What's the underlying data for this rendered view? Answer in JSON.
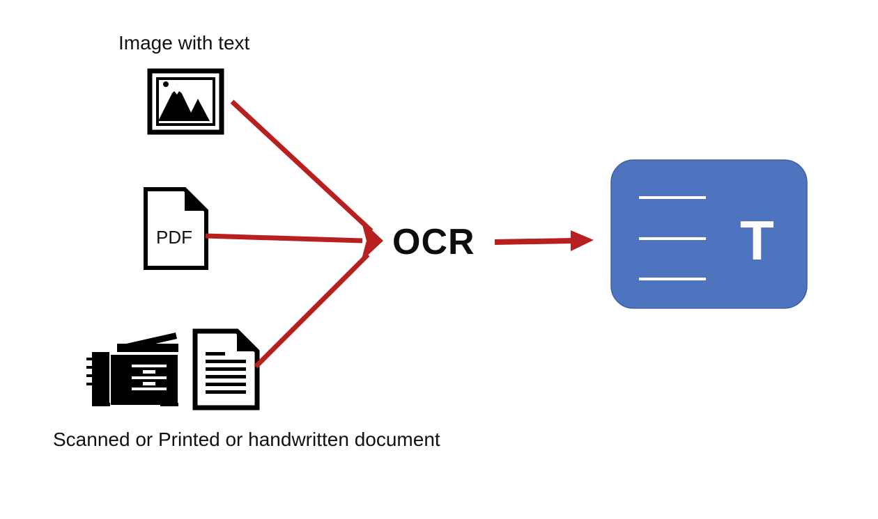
{
  "labels": {
    "image_with_text": "Image with text",
    "pdf": "PDF",
    "ocr": "OCR",
    "scanned_document": "Scanned or Printed or handwritten document",
    "text_output_letter": "T"
  },
  "icons": {
    "image": "image-icon",
    "pdf": "pdf-file-icon",
    "printer": "printer-scanner-icon",
    "document": "document-icon",
    "text_output": "text-output-icon"
  },
  "colors": {
    "arrow": "#B81F1F",
    "output_box": "#4E73BF",
    "output_box_border": "#3F5FA5",
    "icon": "#000000",
    "text": "#111111"
  }
}
